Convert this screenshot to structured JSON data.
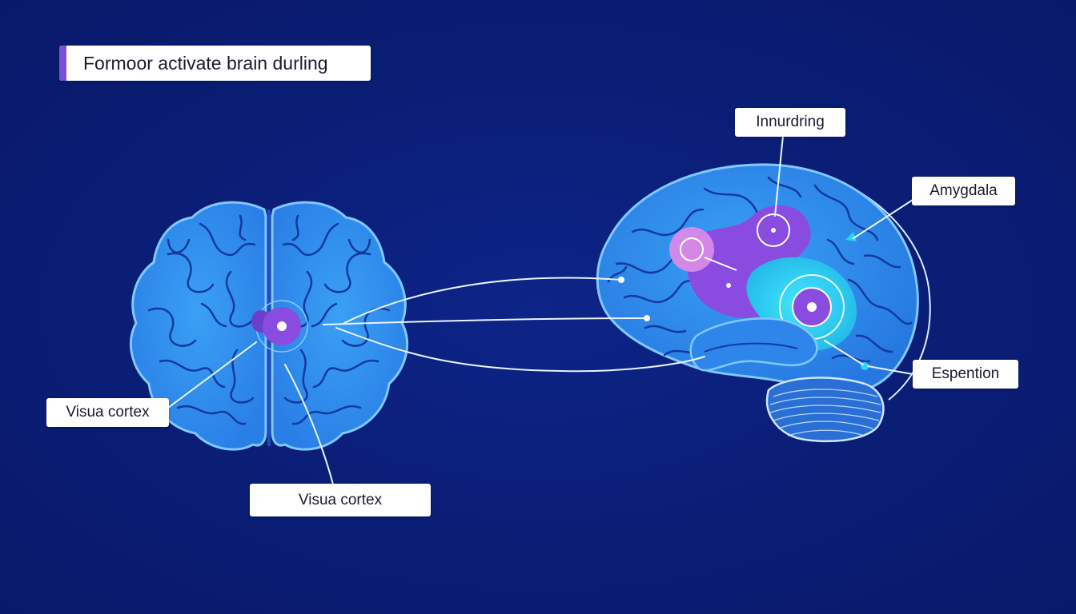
{
  "title": "Formoor activate brain durling",
  "labels": {
    "innurdring": "Innurdring",
    "amygdala": "Amygdala",
    "espention": "Espention",
    "visua_cortex_left": "Visua cortex",
    "visua_cortex_bottom": "Visua cortex"
  },
  "colors": {
    "background": "#0b1f7a",
    "brain_fill": "#2f8bef",
    "brain_groove": "#123a9e",
    "highlight_purple": "#8a4be0",
    "highlight_cyan": "#27d6f0",
    "outline": "#ffffff"
  }
}
